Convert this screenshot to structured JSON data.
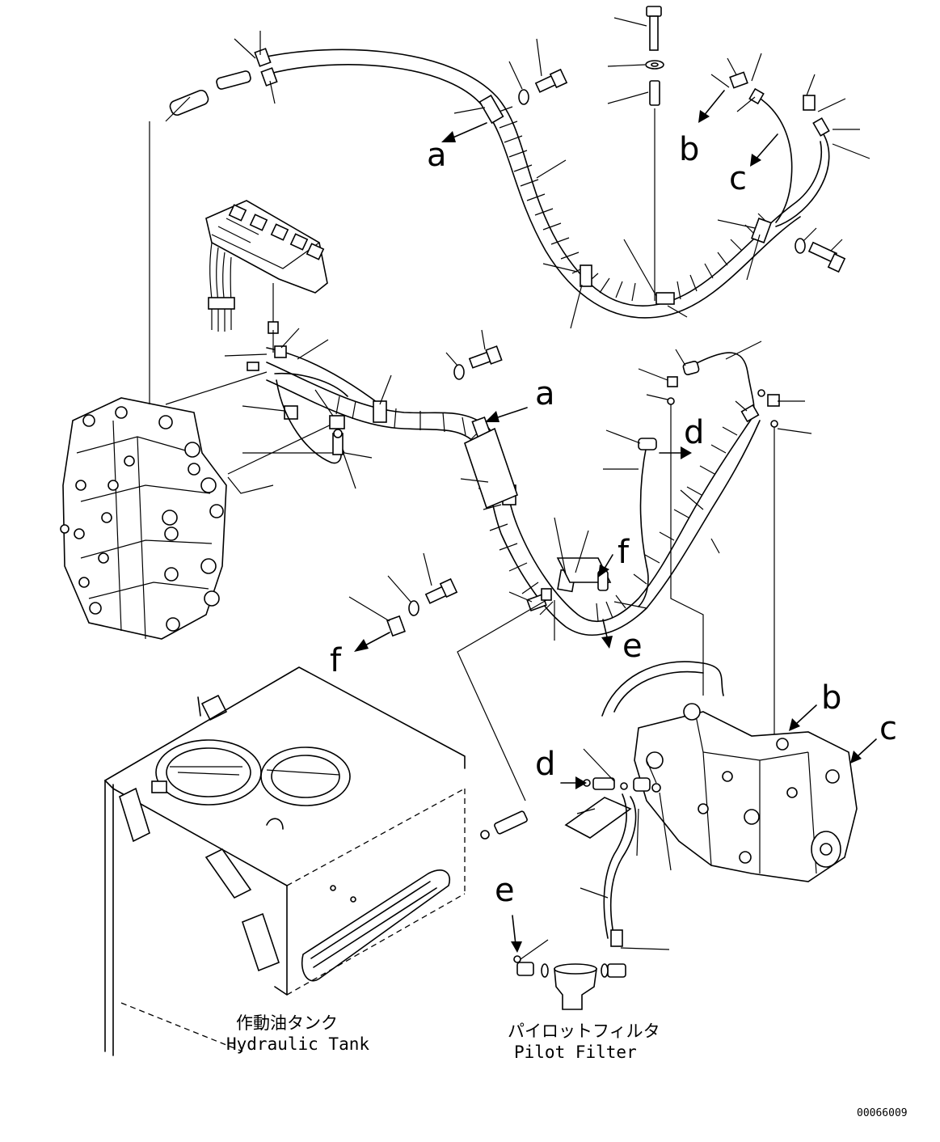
{
  "callouts": {
    "a1": "a",
    "a2": "a",
    "b1": "b",
    "b2": "b",
    "c1": "c",
    "c2": "c",
    "d1": "d",
    "d2": "d",
    "e1": "e",
    "e2": "e",
    "f1": "f",
    "f2": "f"
  },
  "tank": {
    "label_jp": "作動油タンク",
    "label_en": "Hydraulic Tank"
  },
  "filter": {
    "label_jp": "パイロットフィルタ",
    "label_en": "Pilot Filter"
  },
  "drawing_number": "00066009"
}
